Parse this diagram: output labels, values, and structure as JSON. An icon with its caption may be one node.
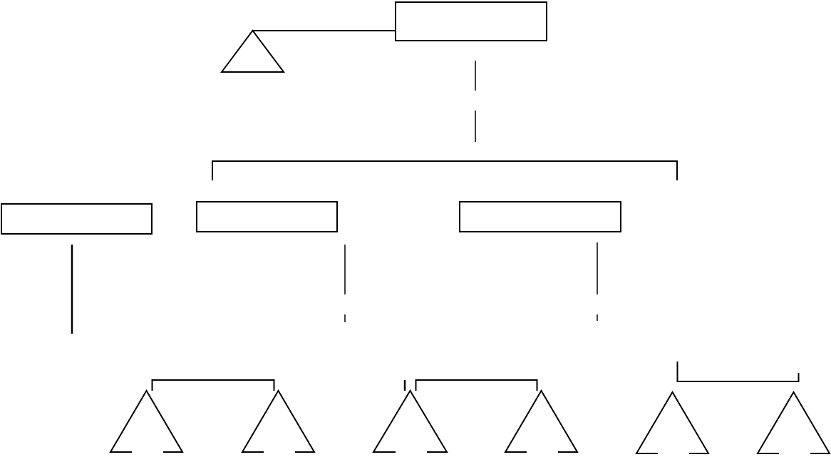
{
  "diagram": {
    "nodes": [
      {
        "text": [],
        "shape": "box"
      },
      {
        "text": [],
        "shape": "triangle"
      },
      {
        "text": [],
        "shape": "box"
      },
      {
        "text": [],
        "shape": "box"
      },
      {
        "text": [],
        "shape": "box"
      },
      {
        "text": [],
        "shape": "triangle"
      },
      {
        "text": [],
        "shape": "triangle"
      },
      {
        "text": [],
        "shape": "triangle"
      },
      {
        "text": [],
        "shape": "triangle"
      },
      {
        "text": [],
        "shape": "triangle"
      },
      {
        "text": [],
        "shape": "triangle"
      }
    ],
    "edges": [
      {
        "from": 1,
        "to": 0,
        "arrow": "none"
      },
      {
        "from": 5,
        "to": 6,
        "arrow": "none"
      },
      {
        "from": 7,
        "to": 8,
        "arrow": "none"
      },
      {
        "from": 9,
        "to": 10,
        "arrow": "none"
      }
    ]
  }
}
